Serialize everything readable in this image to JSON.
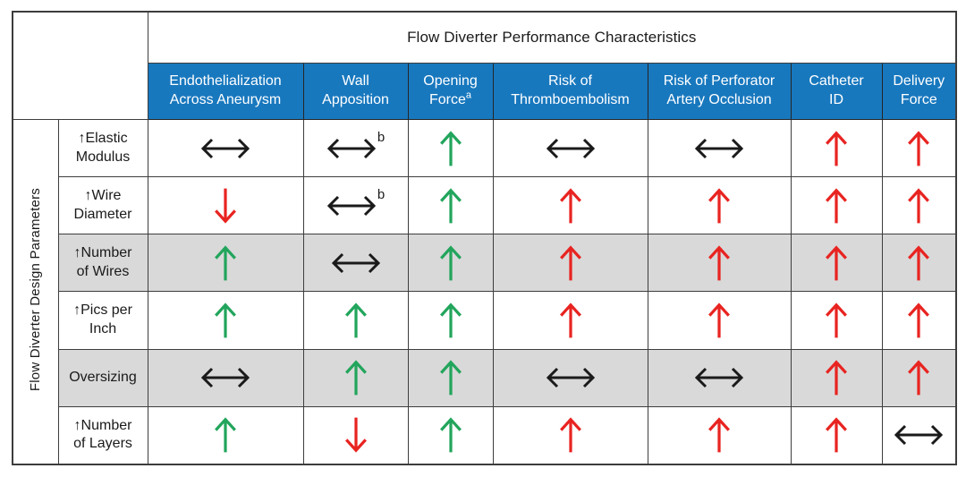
{
  "colors": {
    "header_bg": "#1878be",
    "header_text": "#ffffff",
    "alt_row_bg": "#d9d9d9",
    "green": "#22a55c",
    "red": "#e82421",
    "arrow_black": "#1a1a1a",
    "grid_border": "#3d3d3d"
  },
  "chart_data": {
    "type": "table",
    "title": "Flow Diverter Performance Characteristics",
    "y_group_label": "Flow Diverter Design Parameters",
    "glyphs": {
      "up": "↑",
      "down": "↓",
      "lr": "↔"
    },
    "columns": [
      {
        "label": "Endothelialization\nAcross Aneurysm",
        "sup": ""
      },
      {
        "label": "Wall\nApposition",
        "sup": ""
      },
      {
        "label": "Opening\nForce",
        "sup": "a"
      },
      {
        "label": "Risk of\nThromboembolism",
        "sup": ""
      },
      {
        "label": "Risk of Perforator\nArtery Occlusion",
        "sup": ""
      },
      {
        "label": "Catheter\nID",
        "sup": ""
      },
      {
        "label": "Delivery\nForce",
        "sup": ""
      }
    ],
    "rows": [
      {
        "label": "↑Elastic\nModulus",
        "shaded": false,
        "cells": [
          {
            "dir": "lr",
            "color": "black",
            "sup": ""
          },
          {
            "dir": "lr",
            "color": "black",
            "sup": "b"
          },
          {
            "dir": "up",
            "color": "green",
            "sup": ""
          },
          {
            "dir": "lr",
            "color": "black",
            "sup": ""
          },
          {
            "dir": "lr",
            "color": "black",
            "sup": ""
          },
          {
            "dir": "up",
            "color": "red",
            "sup": ""
          },
          {
            "dir": "up",
            "color": "red",
            "sup": ""
          }
        ]
      },
      {
        "label": "↑Wire\nDiameter",
        "shaded": false,
        "cells": [
          {
            "dir": "down",
            "color": "red",
            "sup": ""
          },
          {
            "dir": "lr",
            "color": "black",
            "sup": "b"
          },
          {
            "dir": "up",
            "color": "green",
            "sup": ""
          },
          {
            "dir": "up",
            "color": "red",
            "sup": ""
          },
          {
            "dir": "up",
            "color": "red",
            "sup": ""
          },
          {
            "dir": "up",
            "color": "red",
            "sup": ""
          },
          {
            "dir": "up",
            "color": "red",
            "sup": ""
          }
        ]
      },
      {
        "label": "↑Number\nof Wires",
        "shaded": true,
        "cells": [
          {
            "dir": "up",
            "color": "green",
            "sup": ""
          },
          {
            "dir": "lr",
            "color": "black",
            "sup": ""
          },
          {
            "dir": "up",
            "color": "green",
            "sup": ""
          },
          {
            "dir": "up",
            "color": "red",
            "sup": ""
          },
          {
            "dir": "up",
            "color": "red",
            "sup": ""
          },
          {
            "dir": "up",
            "color": "red",
            "sup": ""
          },
          {
            "dir": "up",
            "color": "red",
            "sup": ""
          }
        ]
      },
      {
        "label": "↑Pics per\nInch",
        "shaded": false,
        "cells": [
          {
            "dir": "up",
            "color": "green",
            "sup": ""
          },
          {
            "dir": "up",
            "color": "green",
            "sup": ""
          },
          {
            "dir": "up",
            "color": "green",
            "sup": ""
          },
          {
            "dir": "up",
            "color": "red",
            "sup": ""
          },
          {
            "dir": "up",
            "color": "red",
            "sup": ""
          },
          {
            "dir": "up",
            "color": "red",
            "sup": ""
          },
          {
            "dir": "up",
            "color": "red",
            "sup": ""
          }
        ]
      },
      {
        "label": "Oversizing",
        "shaded": true,
        "cells": [
          {
            "dir": "lr",
            "color": "black",
            "sup": ""
          },
          {
            "dir": "up",
            "color": "green",
            "sup": ""
          },
          {
            "dir": "up",
            "color": "green",
            "sup": ""
          },
          {
            "dir": "lr",
            "color": "black",
            "sup": ""
          },
          {
            "dir": "lr",
            "color": "black",
            "sup": ""
          },
          {
            "dir": "up",
            "color": "red",
            "sup": ""
          },
          {
            "dir": "up",
            "color": "red",
            "sup": ""
          }
        ]
      },
      {
        "label": "↑Number\nof Layers",
        "shaded": false,
        "cells": [
          {
            "dir": "up",
            "color": "green",
            "sup": ""
          },
          {
            "dir": "down",
            "color": "red",
            "sup": ""
          },
          {
            "dir": "up",
            "color": "green",
            "sup": ""
          },
          {
            "dir": "up",
            "color": "red",
            "sup": ""
          },
          {
            "dir": "up",
            "color": "red",
            "sup": ""
          },
          {
            "dir": "up",
            "color": "red",
            "sup": ""
          },
          {
            "dir": "lr",
            "color": "black",
            "sup": ""
          }
        ]
      }
    ]
  }
}
